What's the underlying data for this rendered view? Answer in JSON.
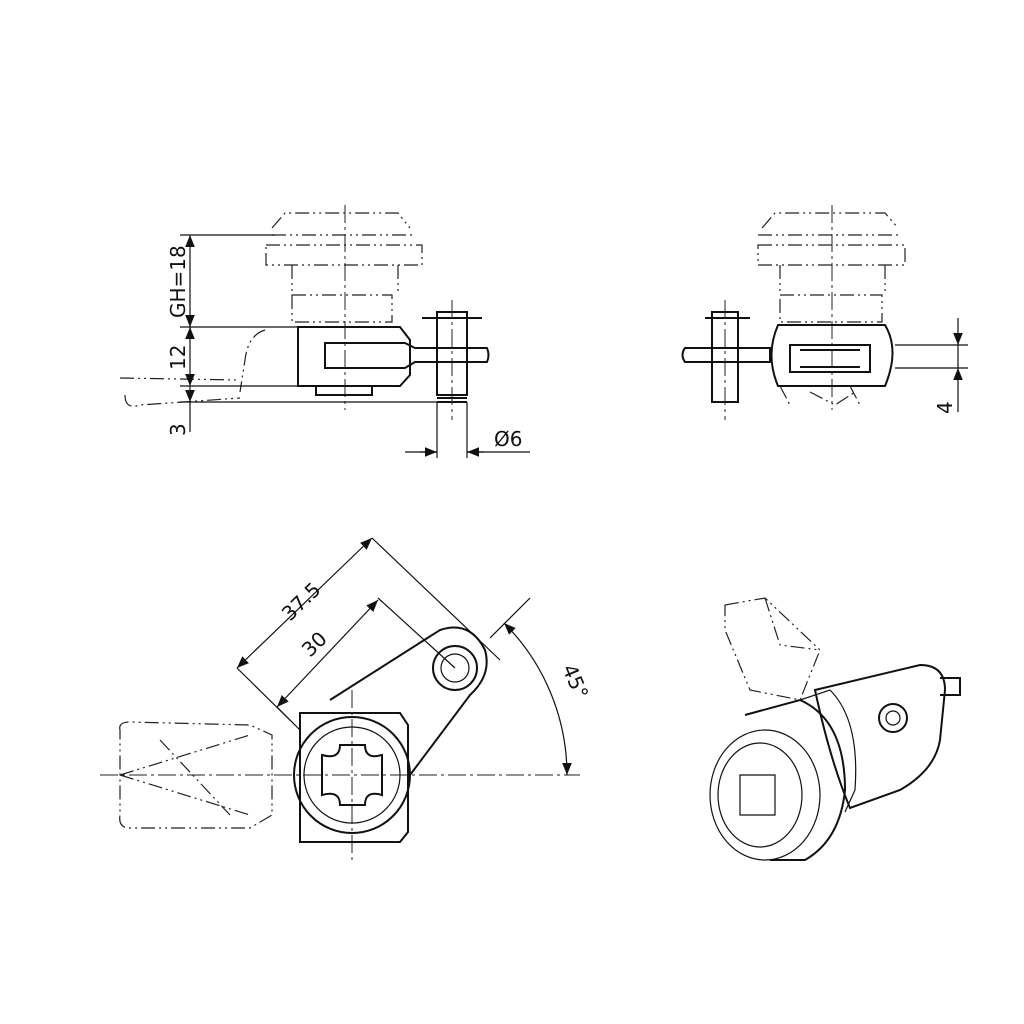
{
  "views": {
    "side_left": {
      "dim_gh": "GH=18",
      "dim_12": "12",
      "dim_3": "3",
      "dim_dia": "Ø6"
    },
    "side_right": {
      "dim_4": "4"
    },
    "plan": {
      "dim_375": "37.5",
      "dim_30": "30",
      "dim_angle": "45°"
    },
    "isometric": {}
  },
  "colors": {
    "line": "#111111",
    "background": "#ffffff"
  }
}
